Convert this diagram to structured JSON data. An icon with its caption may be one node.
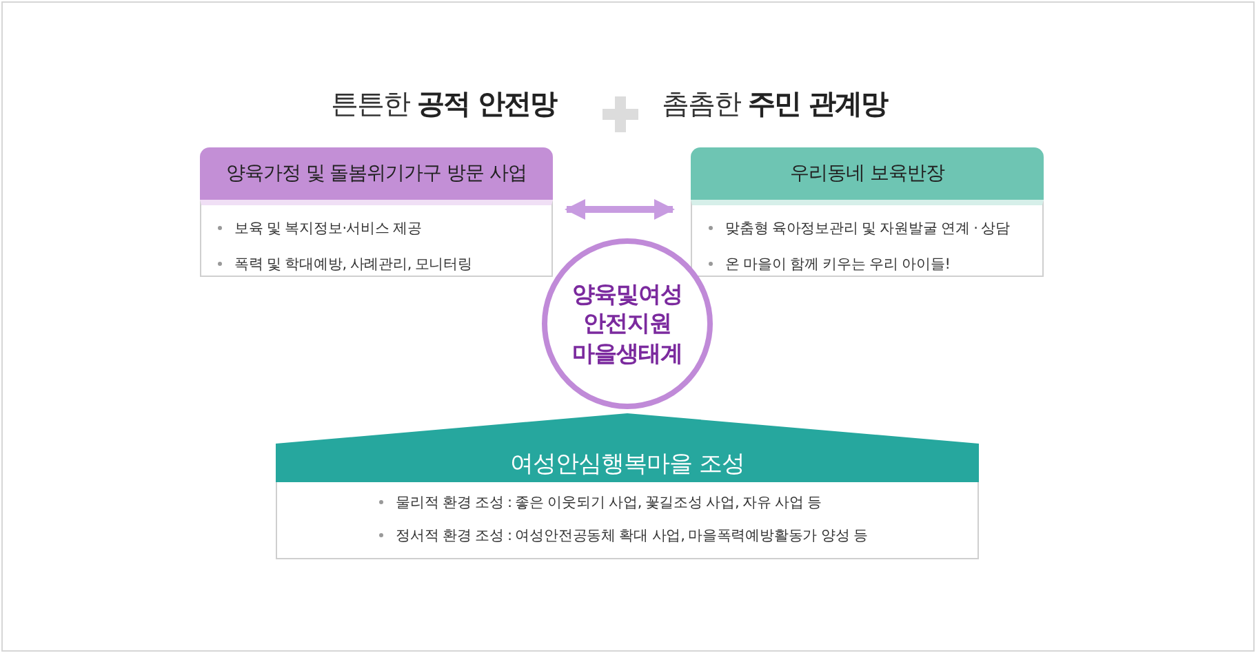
{
  "diagram": {
    "nodes": [
      {
        "text": [
          "양육가정 및 돌봄위기가구 방문 사업",
          "보육 및 복지정보·서비스 제공",
          "폭력 및 학대예방, 사례관리, 모니터링"
        ]
      },
      {
        "text": [
          "우리동네 보육반장",
          "맞춤형 육아정보관리 및 자원발굴 연계 · 상담",
          "온 마을이 함께 키우는 우리 아이들!"
        ]
      },
      {
        "text": [
          "양육및여성 안전지원 마을생태계"
        ]
      },
      {
        "text": [
          "여성안심행복마을 조성"
        ]
      },
      {
        "text": [
          "물리적 환경 조성 : 좋은 이웃되기 사업, 꽃길조성 사업, 자유 사업 등",
          "정서적 환경 조성 : 여성안전공동체 확대 사업, 마을폭력예방활동가 양성 등"
        ]
      }
    ],
    "edges": [
      {
        "from": 0,
        "to": 1,
        "arrow": "both"
      }
    ],
    "labels": [
      "튼튼한 **공적 안전망**",
      "촘촘한 **주민 관계망**"
    ]
  }
}
